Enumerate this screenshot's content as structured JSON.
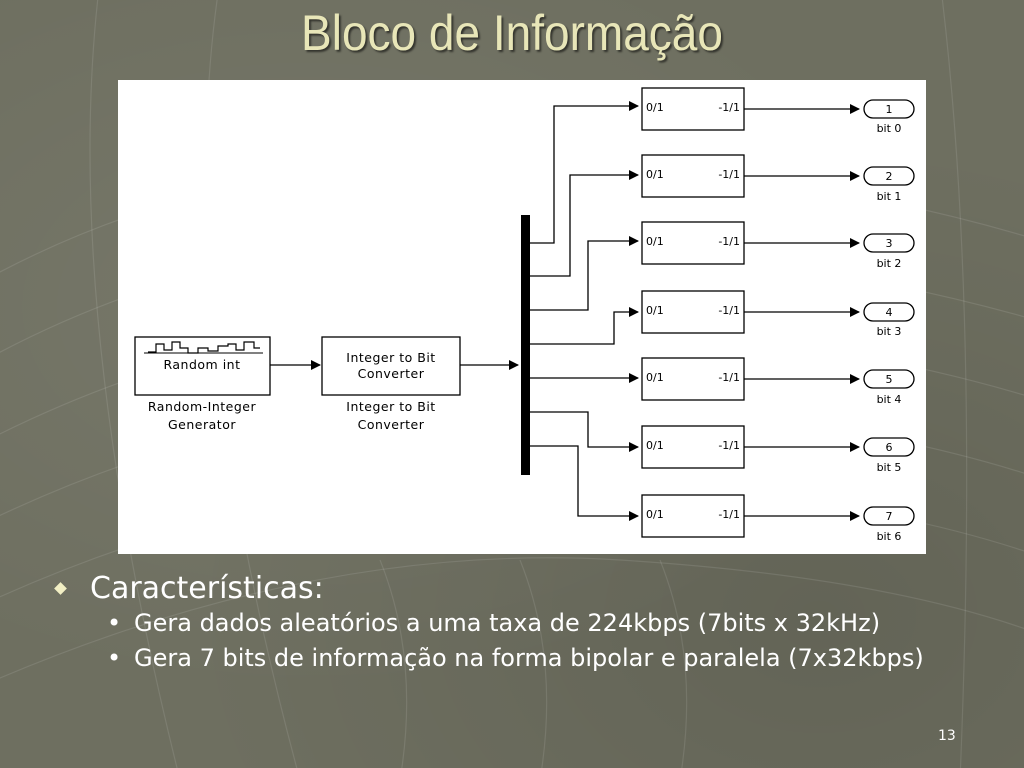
{
  "slide": {
    "title": "Bloco de Informação",
    "page_number": "13"
  },
  "diagram": {
    "generator": {
      "label": "Random int",
      "caption_line1": "Random-Integer",
      "caption_line2": "Generator"
    },
    "converter": {
      "label_line1": "Integer to Bit",
      "label_line2": "Converter",
      "caption_line1": "Integer to Bit",
      "caption_line2": "Converter"
    },
    "mappers": [
      {
        "in": "0/1",
        "out": "-1/1"
      },
      {
        "in": "0/1",
        "out": "-1/1"
      },
      {
        "in": "0/1",
        "out": "-1/1"
      },
      {
        "in": "0/1",
        "out": "-1/1"
      },
      {
        "in": "0/1",
        "out": "-1/1"
      },
      {
        "in": "0/1",
        "out": "-1/1"
      },
      {
        "in": "0/1",
        "out": "-1/1"
      }
    ],
    "outports": [
      {
        "number": "1",
        "label": "bit 0"
      },
      {
        "number": "2",
        "label": "bit 1"
      },
      {
        "number": "3",
        "label": "bit 2"
      },
      {
        "number": "4",
        "label": "bit 3"
      },
      {
        "number": "5",
        "label": "bit 4"
      },
      {
        "number": "6",
        "label": "bit 5"
      },
      {
        "number": "7",
        "label": "bit 6"
      }
    ]
  },
  "bullets": {
    "heading": "Características:",
    "items": [
      "Gera dados aleatórios a uma taxa de 224kbps (7bits x 32kHz)",
      "Gera 7 bits de informação na forma bipolar e paralela (7x32kbps)"
    ]
  },
  "colors": {
    "background": "#6e6f60",
    "title": "#e8e6b8",
    "text": "#ffffff"
  }
}
